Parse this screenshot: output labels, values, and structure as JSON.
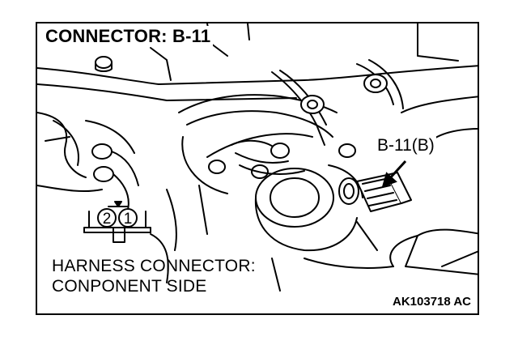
{
  "title": "CONNECTOR: B-11",
  "callout_label": "B-11(B)",
  "harness_label": {
    "line1": "HARNESS CONNECTOR:",
    "line2": "CONPONENT SIDE"
  },
  "figure_code": "AK103718 AC",
  "connector_pins": [
    "2",
    "1"
  ]
}
